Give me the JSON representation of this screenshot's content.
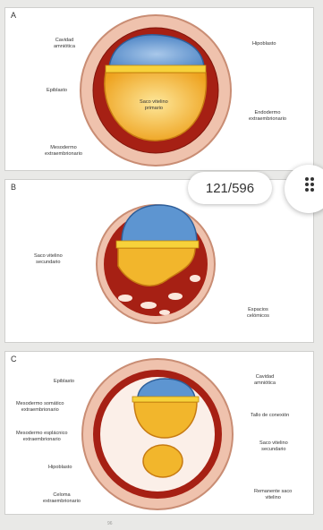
{
  "page_counter": "121/596",
  "page_number": "96",
  "panels": {
    "a": {
      "letter": "A",
      "labels": {
        "cavidad": "Cavidad\namniótica",
        "epiblasto": "Epiblasto",
        "mesodermo": "Mesodermo\nextraembrionario",
        "hipoblasto": "Hipoblasto",
        "endodermo": "Endodermo\nextraembrionario",
        "saco": "Saco vitelino\nprimario"
      }
    },
    "b": {
      "letter": "B",
      "labels": {
        "saco_secundario": "Saco vitelino\nsecundario",
        "espacios": "Espacios\ncelómicos"
      }
    },
    "c": {
      "letter": "C",
      "labels": {
        "epiblasto": "Epiblasto",
        "somatico": "Mesodermo somático\nextraembrionario",
        "esplacnico": "Mesodermo esplácnico\nextraembrionario",
        "hipoblasto": "Hipoblasto",
        "celoma": "Celoma\nextraembrionario",
        "cavidad": "Cavidad\namniótica",
        "tallo": "Tallo de conexión",
        "saco_secundario": "Saco vitelino\nsecundario",
        "remanente": "Remanente saco\nvitelino"
      }
    }
  },
  "colors": {
    "trophoblast": "#e9b9a3",
    "mesoderm": "#b7271b",
    "amnion": "#5a92cf",
    "yolk": "#f2b62c"
  },
  "icons": {
    "menu": "dots-grid-icon"
  }
}
